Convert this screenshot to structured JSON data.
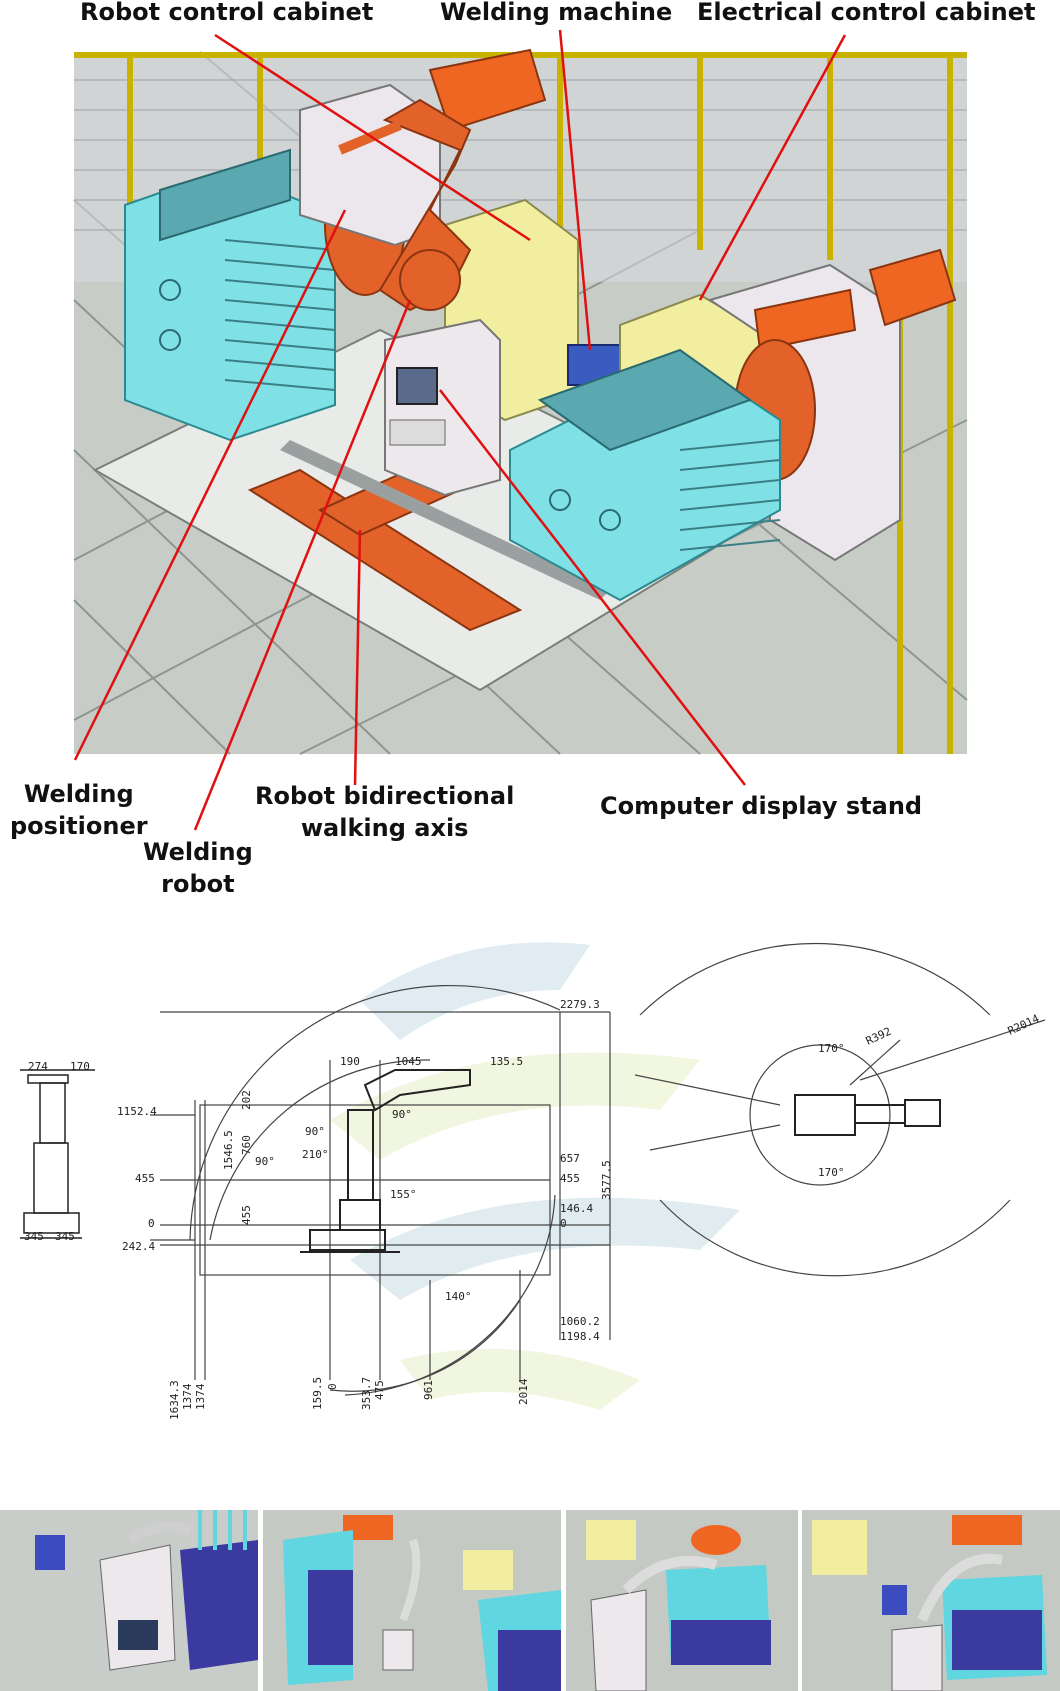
{
  "callouts": {
    "robot_control_cabinet": "Robot control cabinet",
    "welding_machine": "Welding machine",
    "electrical_control_cabinet": "Electrical control cabinet",
    "welding_positioner_l1": "Welding",
    "welding_positioner_l2": "positioner",
    "welding_robot_l1": "Welding",
    "welding_robot_l2": "robot",
    "walking_axis_l1": "Robot bidirectional",
    "walking_axis_l2": "walking axis",
    "computer_display_stand": "Computer display stand"
  },
  "drawing": {
    "side_view": {
      "top_274": "274",
      "top_170": "170",
      "bottom_345_l": "345",
      "bottom_345_r": "345"
    },
    "work_envelope": {
      "left_1152_4": "1152.4",
      "left_455": "455",
      "left_0": "0",
      "left_242_4": "242.4",
      "inner_1546_5": "1546.5",
      "inner_760": "760",
      "inner_455": "455",
      "inner_202": "202",
      "top_190": "190",
      "top_1045": "1045",
      "top_135_5": "135.5",
      "top_2279_3": "2279.3",
      "right_657": "657",
      "right_455": "455",
      "right_146_4": "146.4",
      "right_0": "0",
      "right_3577_5": "3577.5",
      "right_1060_2": "1060.2",
      "right_1198_4": "1198.4",
      "bottom_1634_3": "1634.3",
      "bottom_1374a": "1374",
      "bottom_1374b": "1374",
      "bottom_159_5": "159.5",
      "bottom_0": "0",
      "bottom_353_7": "353.7",
      "bottom_475": "475",
      "bottom_961": "961",
      "bottom_2014": "2014",
      "angle_90a": "90°",
      "angle_90b": "90°",
      "angle_90c": "90°",
      "angle_210": "210°",
      "angle_155": "155°",
      "angle_140": "140°"
    },
    "top_view": {
      "angle_top": "170°",
      "angle_bottom": "170°",
      "r392": "R392",
      "r2014": "R2014"
    }
  },
  "colors": {
    "callout_line": "#e01010",
    "robot_orange": "#e2622a",
    "heatsink_cyan": "#7fe0e6",
    "cabinet_yellow": "#f2eea0",
    "floor_gray": "#bfc4bf"
  }
}
